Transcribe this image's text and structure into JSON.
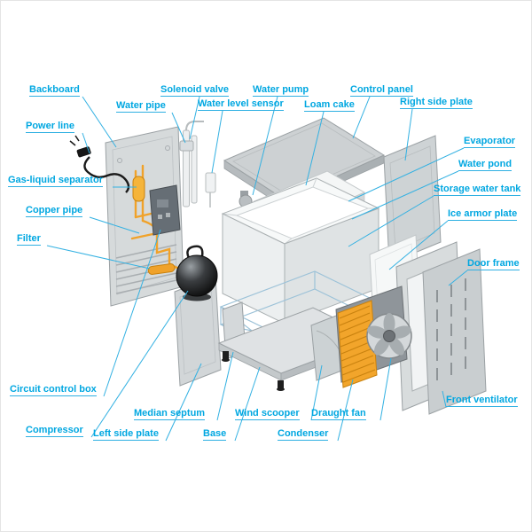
{
  "figure": {
    "type": "exploded-parts-diagram",
    "subject": "Ice maker machine exploded view",
    "colors": {
      "label": "#00a7e1",
      "leader": "#33b1e2",
      "copper_pipe": "#f0a22a",
      "condenser_coil": "#f2a52b",
      "compressor": "#111111",
      "panel_gray": "#d6dadb",
      "frame_blue": "#9cc2d8"
    },
    "labels": [
      {
        "id": "backboard",
        "text": "Backboard"
      },
      {
        "id": "power-line",
        "text": "Power line"
      },
      {
        "id": "gas-liquid-separator",
        "text": "Gas-liquid separator"
      },
      {
        "id": "copper-pipe",
        "text": "Copper pipe"
      },
      {
        "id": "filter",
        "text": "Filter"
      },
      {
        "id": "circuit-control-box",
        "text": "Circuit control box"
      },
      {
        "id": "compressor",
        "text": "Compressor"
      },
      {
        "id": "water-pipe",
        "text": "Water pipe"
      },
      {
        "id": "solenoid-valve",
        "text": "Solenoid valve"
      },
      {
        "id": "water-level-sensor",
        "text": "Water level sensor"
      },
      {
        "id": "water-pump",
        "text": "Water pump"
      },
      {
        "id": "loam-cake",
        "text": "Loam cake"
      },
      {
        "id": "control-panel",
        "text": "Control panel"
      },
      {
        "id": "right-side-plate",
        "text": "Right side plate"
      },
      {
        "id": "evaporator",
        "text": "Evaporator"
      },
      {
        "id": "water-pond",
        "text": "Water pond"
      },
      {
        "id": "storage-water-tank",
        "text": "Storage water tank"
      },
      {
        "id": "ice-armor-plate",
        "text": "Ice armor plate"
      },
      {
        "id": "door-frame",
        "text": "Door frame"
      },
      {
        "id": "front-ventilator",
        "text": "Front ventilator"
      },
      {
        "id": "left-side-plate",
        "text": "Left side plate"
      },
      {
        "id": "median-septum",
        "text": "Median septum"
      },
      {
        "id": "base",
        "text": "Base"
      },
      {
        "id": "wind-scooper",
        "text": "Wind scooper"
      },
      {
        "id": "condenser",
        "text": "Condenser"
      },
      {
        "id": "draught-fan",
        "text": "Draught fan"
      }
    ]
  }
}
